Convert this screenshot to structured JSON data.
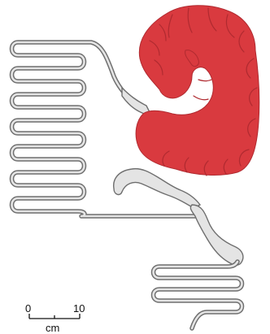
{
  "colors": {
    "highlight": "#d93a3f",
    "highlight_dark": "#b02a30",
    "tube_fill": "#e4e4e4",
    "tube_outline": "#6e6e6e",
    "background": "#ffffff"
  },
  "scale_bar": {
    "start_label": "0",
    "end_label": "10",
    "unit_label": "cm"
  }
}
